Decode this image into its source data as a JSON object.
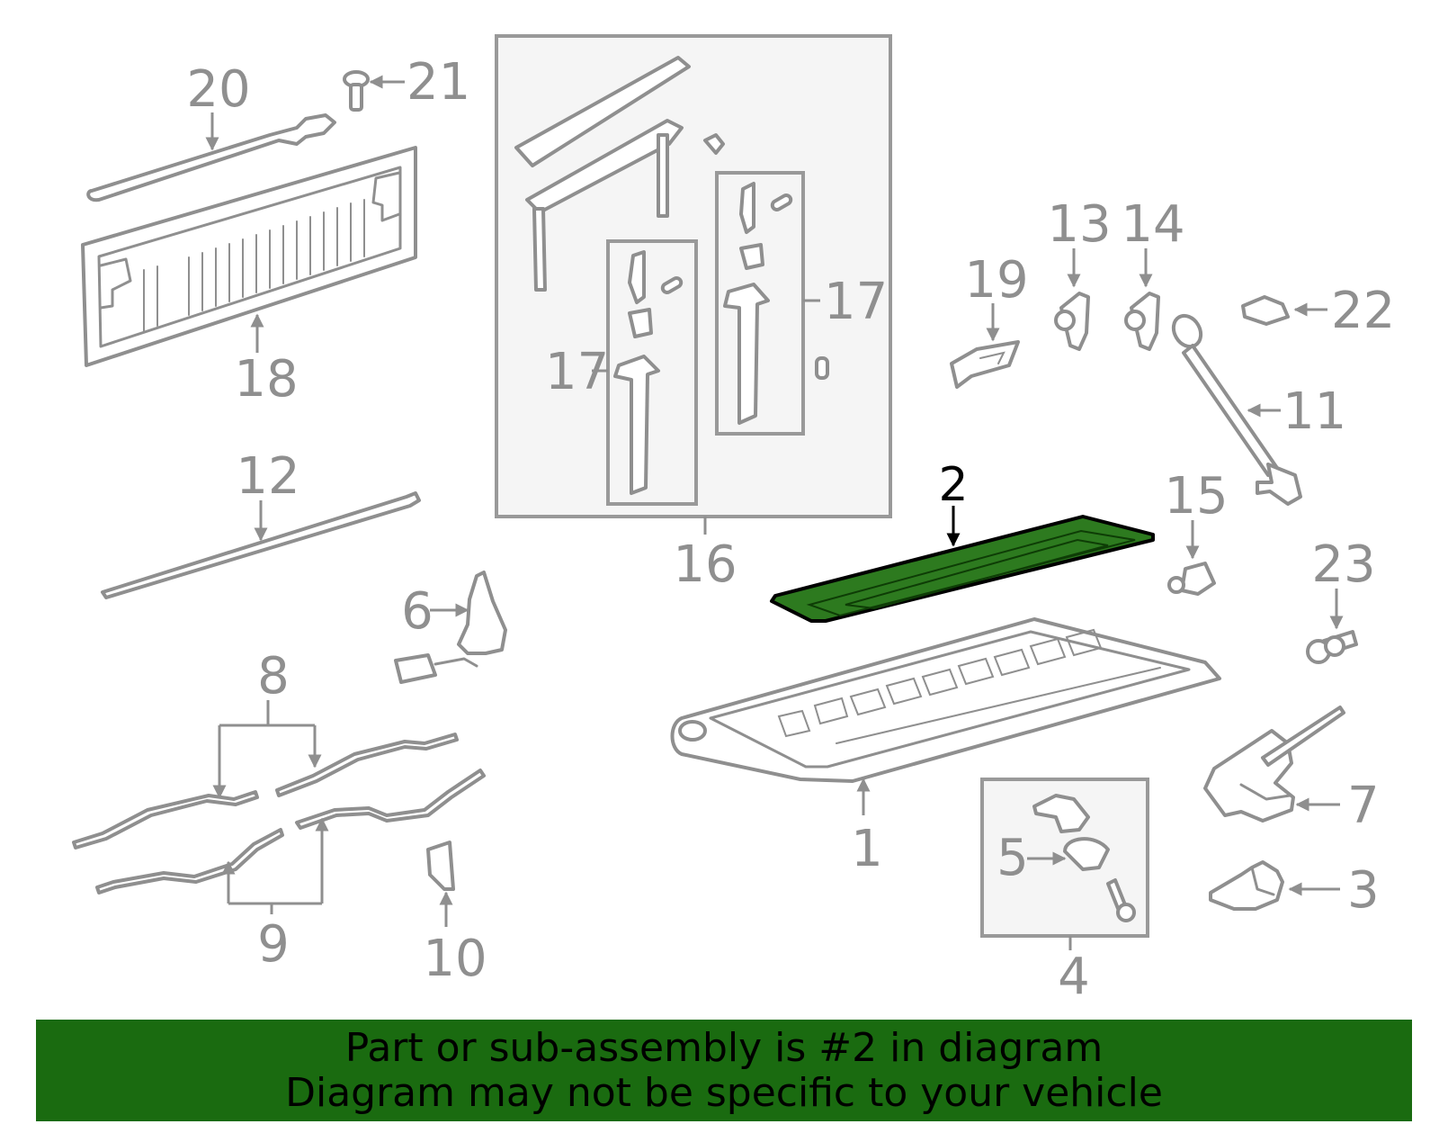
{
  "diagram": {
    "highlighted_part": "2",
    "colors": {
      "highlight_fill": "#2d7a1f",
      "banner_bg": "#1a6b10",
      "part_stroke": "#8f8f8f"
    },
    "callouts": {
      "c1": "1",
      "c2": "2",
      "c3": "3",
      "c4": "4",
      "c5": "5",
      "c6": "6",
      "c7": "7",
      "c8": "8",
      "c9": "9",
      "c10": "10",
      "c11": "11",
      "c12": "12",
      "c13": "13",
      "c14": "14",
      "c15": "15",
      "c16": "16",
      "c17a": "17",
      "c17b": "17",
      "c18": "18",
      "c19": "19",
      "c20": "20",
      "c21": "21",
      "c22": "22",
      "c23": "23"
    }
  },
  "banner": {
    "line1": "Part or sub-assembly is #2 in diagram",
    "line2": "Diagram may not be specific to your vehicle"
  }
}
